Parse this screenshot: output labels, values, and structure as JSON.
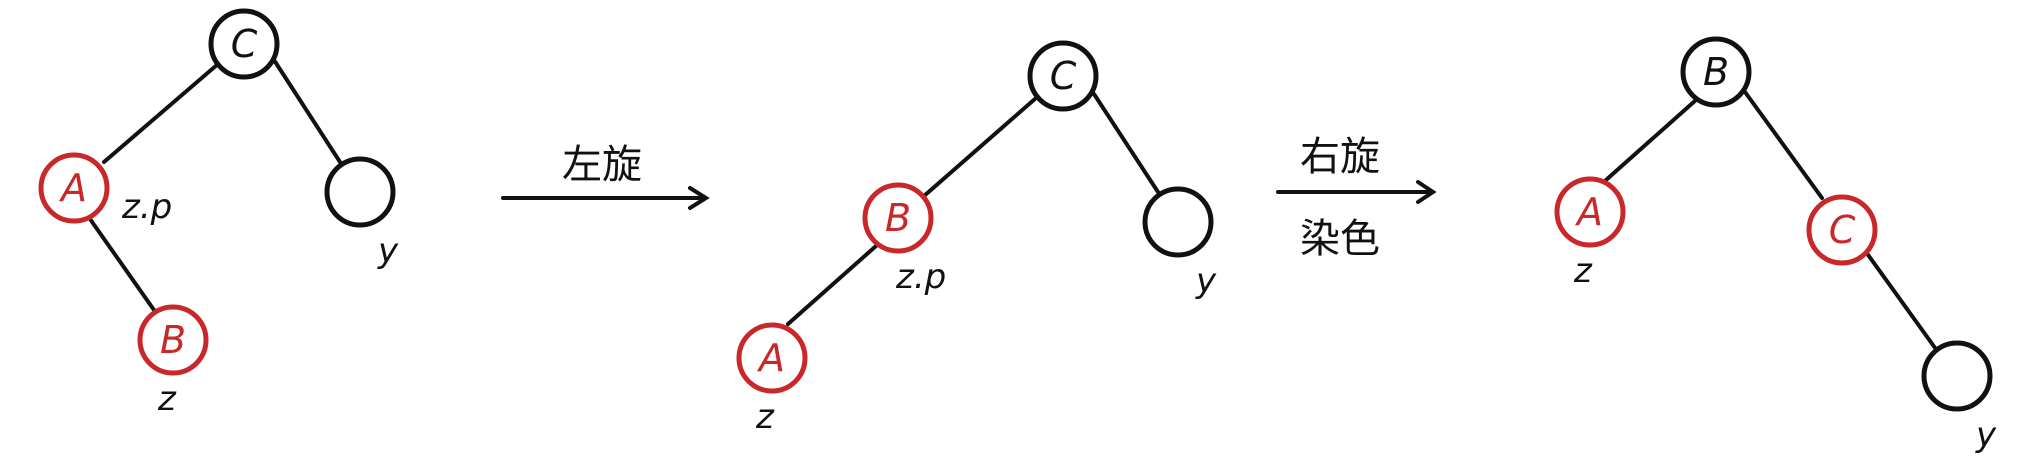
{
  "colors": {
    "black_node": "#111111",
    "red_node": "#c8282a",
    "edge": "#111111"
  },
  "stage1": {
    "nodes": {
      "C": {
        "label": "C",
        "color": "black"
      },
      "A": {
        "label": "A",
        "color": "red"
      },
      "B": {
        "label": "B",
        "color": "red"
      },
      "Y": {
        "label": "",
        "color": "black"
      }
    },
    "annotations": {
      "zp": "z.p",
      "y": "y",
      "z": "z"
    }
  },
  "arrow1": {
    "label": "左旋"
  },
  "stage2": {
    "nodes": {
      "C": {
        "label": "C",
        "color": "black"
      },
      "B": {
        "label": "B",
        "color": "red"
      },
      "A": {
        "label": "A",
        "color": "red"
      },
      "Y": {
        "label": "",
        "color": "black"
      }
    },
    "annotations": {
      "zp": "z.p",
      "y": "y",
      "z": "z"
    }
  },
  "arrow2": {
    "label_top": "右旋",
    "label_bottom": "染色"
  },
  "stage3": {
    "nodes": {
      "B": {
        "label": "B",
        "color": "black"
      },
      "A": {
        "label": "A",
        "color": "red"
      },
      "C": {
        "label": "C",
        "color": "red"
      },
      "Y": {
        "label": "",
        "color": "black"
      }
    },
    "annotations": {
      "z": "z",
      "y": "y"
    }
  }
}
